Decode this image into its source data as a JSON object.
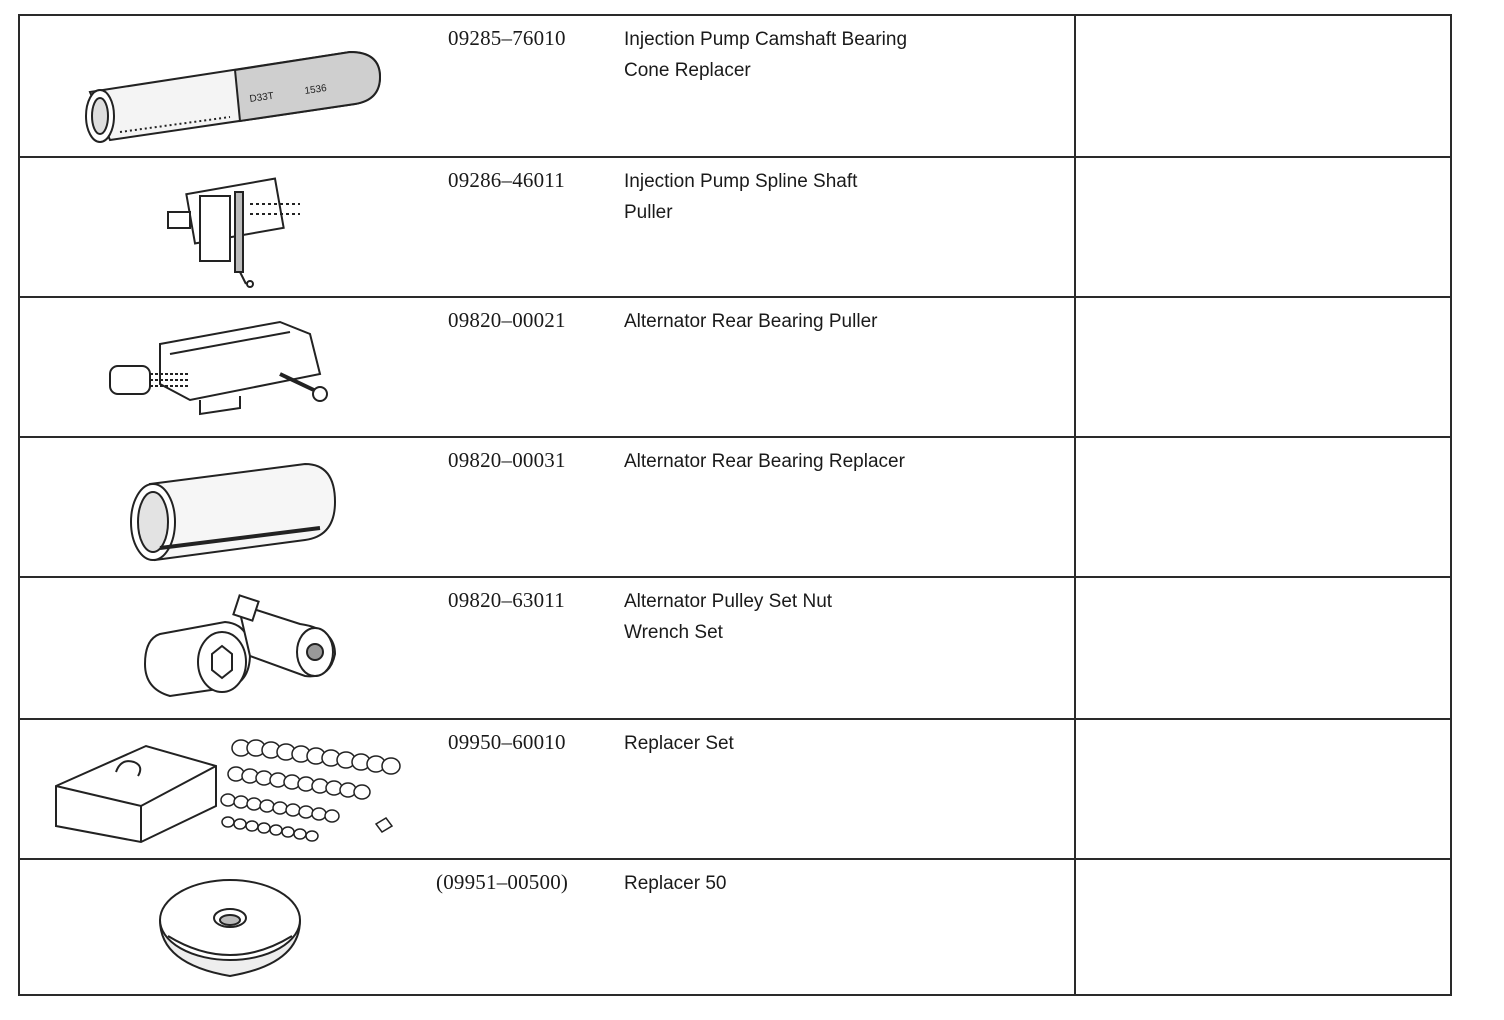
{
  "tools": [
    {
      "part_no": "09285–76010",
      "name_lines": [
        "Injection Pump Camshaft Bearing",
        "Cone Replacer"
      ],
      "icon": "cylinder-replacer-icon"
    },
    {
      "part_no": "09286–46011",
      "name_lines": [
        "Injection Pump Spline Shaft",
        "Puller"
      ],
      "icon": "spline-puller-icon"
    },
    {
      "part_no": "09820–00021",
      "name_lines": [
        "Alternator Rear Bearing Puller"
      ],
      "icon": "bearing-puller-icon"
    },
    {
      "part_no": "09820–00031",
      "name_lines": [
        "Alternator Rear Bearing Replacer"
      ],
      "icon": "bearing-replacer-icon"
    },
    {
      "part_no": "09820–63011",
      "name_lines": [
        "Alternator Pulley Set Nut",
        "Wrench Set"
      ],
      "icon": "nut-wrench-set-icon"
    },
    {
      "part_no": "09950–60010",
      "name_lines": [
        "Replacer Set"
      ],
      "icon": "replacer-set-icon"
    },
    {
      "part_no": "(09951–00500)",
      "name_lines": [
        "Replacer 50"
      ],
      "icon": "replacer-disc-icon"
    }
  ]
}
